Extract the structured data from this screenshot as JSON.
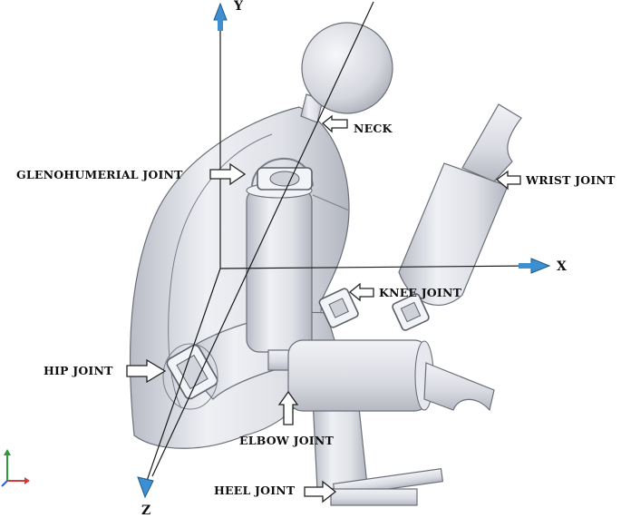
{
  "labels": {
    "neck": "NECK",
    "glenohumerial": "GLENOHUMERIAL JOINT",
    "wrist": "WRIST JOINT",
    "knee": "KNEE  JOINT",
    "hip": "HIP JOINT",
    "elbow": "ELBOW JOINT",
    "heel": "HEEL  JOINT"
  },
  "axes": {
    "x": "X",
    "y": "Y",
    "z": "Z"
  },
  "colors": {
    "axis_arrow": "#3d8fd1",
    "model_fill": "#d9dbe2",
    "model_edge": "#6b6f78",
    "triad_x": "#d23b3b",
    "triad_y": "#2a9a3a",
    "triad_z": "#2f5fd0"
  }
}
